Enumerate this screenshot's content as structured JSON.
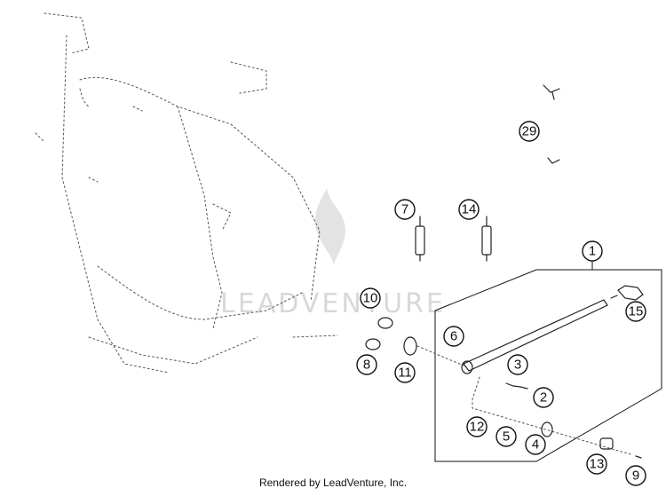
{
  "watermark": "LEADVENTURE",
  "footer": "Rendered by LeadVenture, Inc.",
  "callouts": [
    "1",
    "2",
    "3",
    "4",
    "5",
    "6",
    "7",
    "8",
    "9",
    "10",
    "11",
    "12",
    "13",
    "14",
    "15",
    "29"
  ],
  "colors": {
    "line": "#222222",
    "watermark": "#d8d8d8",
    "background": "#ffffff"
  }
}
